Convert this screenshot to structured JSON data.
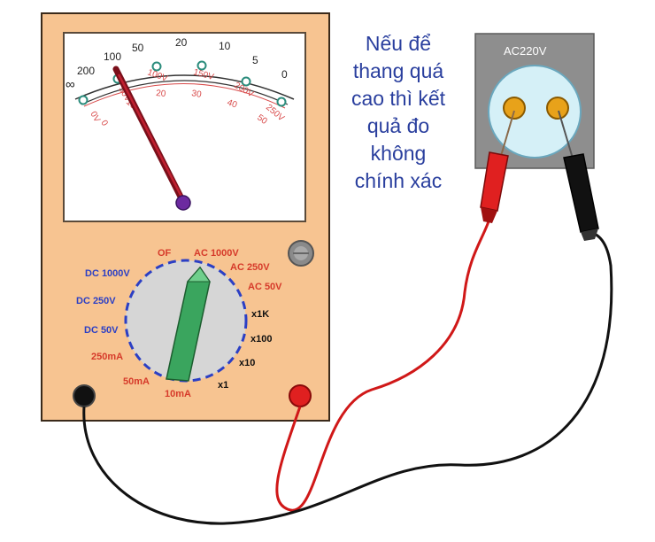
{
  "caption": {
    "lines": [
      "Nếu để",
      "thang  quá",
      "cao thì kết",
      "quả đo",
      "không",
      "chính xác"
    ]
  },
  "outlet": {
    "label": "AC220V"
  },
  "meter_scale": {
    "top_marks": [
      "200",
      "100",
      "50",
      "20",
      "10",
      "5",
      "0",
      "∞"
    ],
    "red_marks": [
      "0V",
      "50V",
      "100V",
      "150V",
      "200V",
      "250V",
      "0",
      "10",
      "20",
      "30",
      "40",
      "50"
    ]
  },
  "selector": {
    "off": "OF",
    "ac1000": "AC 1000V",
    "ac250": "AC 250V",
    "ac50": "AC 50V",
    "x1k": "x1K",
    "x100": "x100",
    "x10": "x10",
    "x1": "x1",
    "ma10": "10mA",
    "ma50": "50mA",
    "ma250": "250mA",
    "dc50": "DC 50V",
    "dc250": "DC 250V",
    "dc1000": "DC 1000V"
  },
  "colors": {
    "meter_body": "#f7c491",
    "caption_blue": "#2a3f9e",
    "outlet_gray": "#8e8e8e",
    "probe_red": "#e02020",
    "probe_black": "#111111",
    "knob_green": "#3aa55e",
    "dial_dash_blue": "#2b3fc4",
    "scale_teal": "#2b8c7c"
  }
}
